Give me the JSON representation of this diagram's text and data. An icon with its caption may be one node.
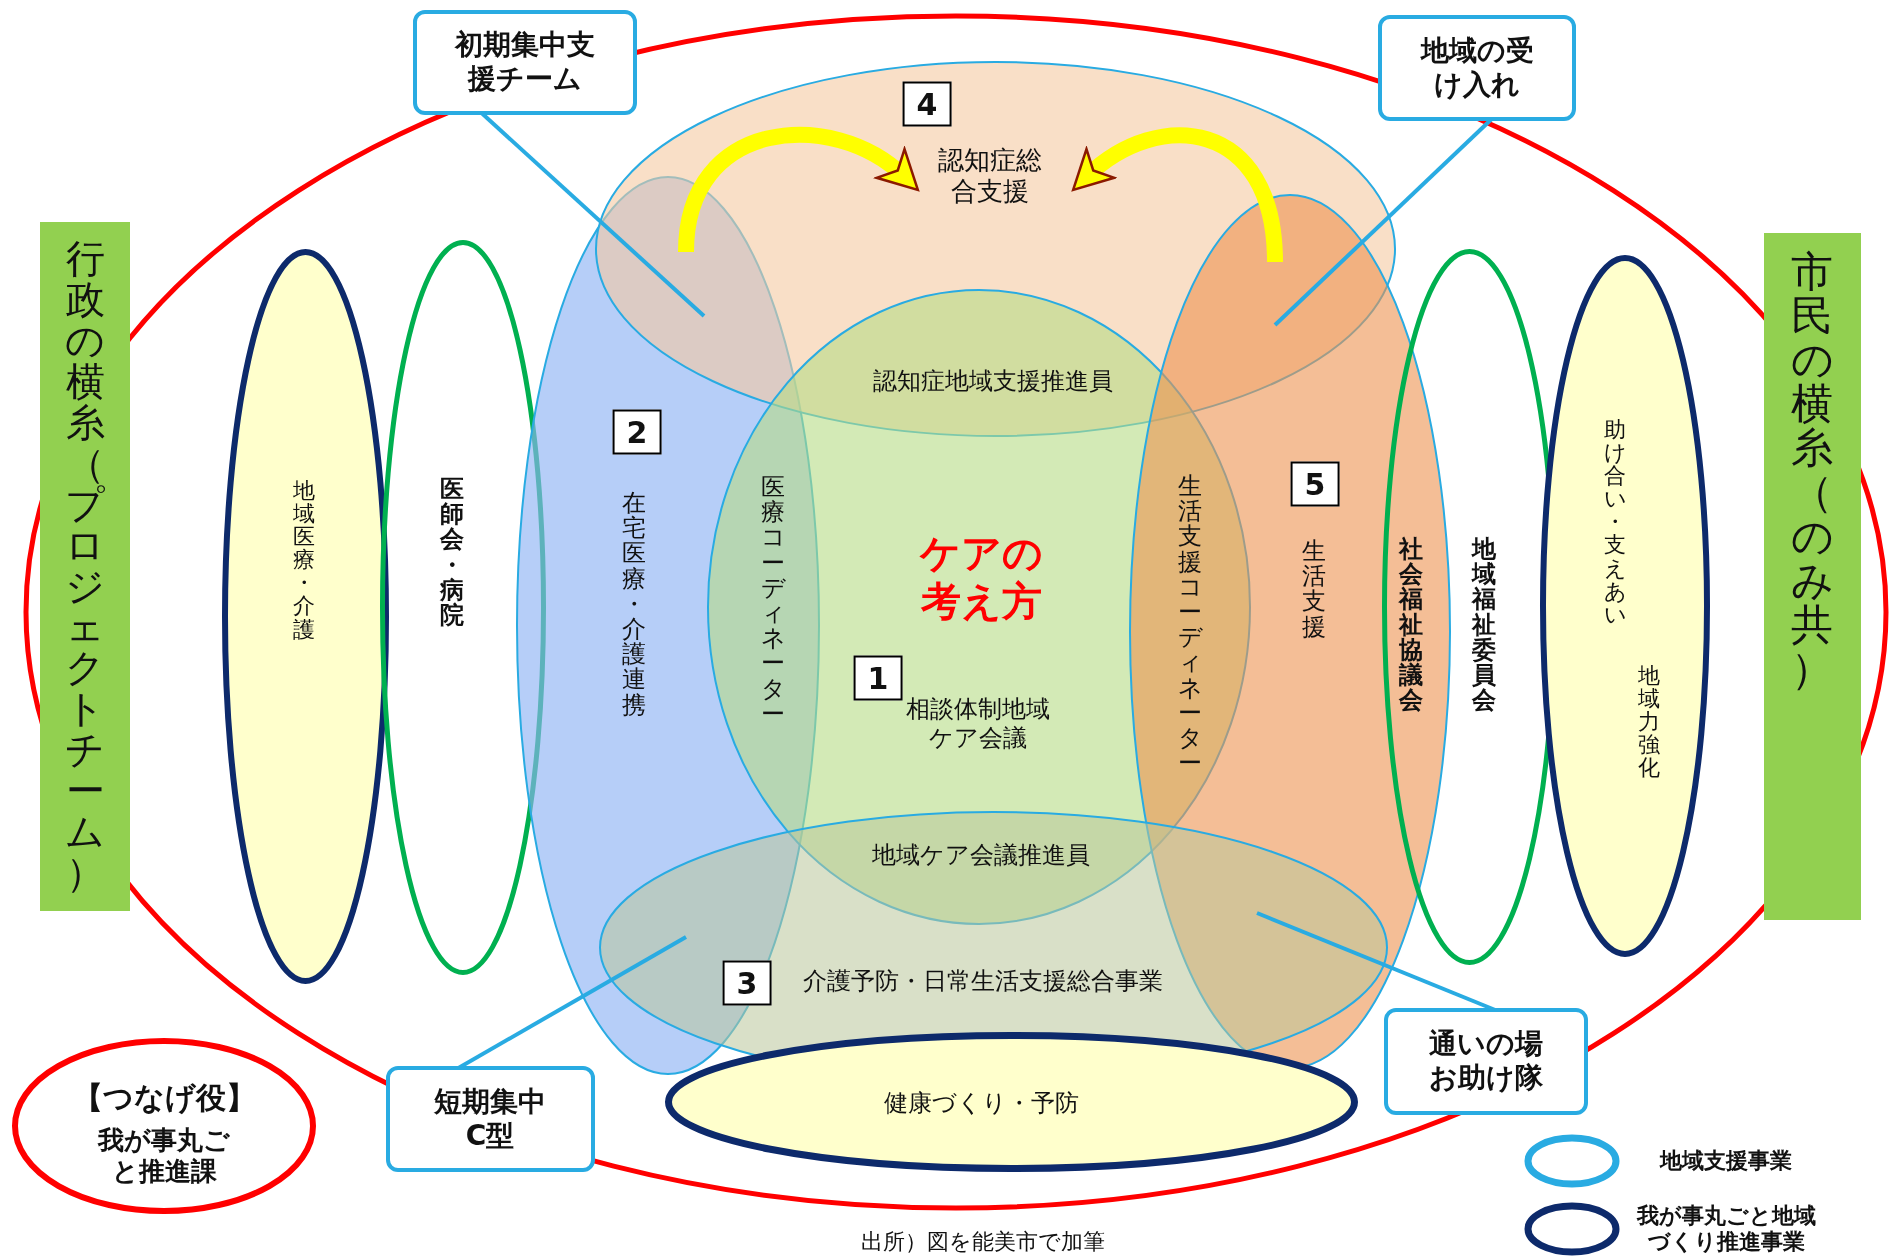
{
  "diagram": {
    "caption": "出所）図を能美市で加筆",
    "nodes": [
      {
        "text": [
          "行政の横糸（プロジェクトチーム）"
        ]
      },
      {
        "text": [
          "市民の横糸（のみ共）"
        ]
      },
      {
        "text": [
          "地域医療・介護"
        ]
      },
      {
        "text": [
          "医師会・病院"
        ]
      },
      {
        "text": [
          "2",
          "在宅医療・介護連携"
        ]
      },
      {
        "text": [
          "4",
          "認知症総合支援"
        ]
      },
      {
        "text": [
          "ケアの考え方",
          "1",
          "相談体制地域ケア会議"
        ]
      },
      {
        "text": [
          "5",
          "生活支援"
        ]
      },
      {
        "text": [
          "3",
          "介護予防・日常生活支援総合事業"
        ]
      },
      {
        "text": [
          "健康づくり・予防"
        ]
      },
      {
        "text": [
          "社会福祉協議会",
          "地域福祉委員会"
        ]
      },
      {
        "text": [
          "助け合い・支えあい",
          "地域力強化"
        ]
      },
      {
        "text": [
          "初期集中支援チーム"
        ]
      },
      {
        "text": [
          "地域の受け入れ"
        ]
      },
      {
        "text": [
          "短期集中C型"
        ]
      },
      {
        "text": [
          "通いの場お助け隊"
        ]
      },
      {
        "text": [
          "【つなげ役】",
          "我が事丸ごと推進課"
        ]
      }
    ],
    "edges": [
      {
        "from": 4,
        "to": 5,
        "arrow": "to",
        "style": "thick",
        "color": "#ffff00"
      },
      {
        "from": 7,
        "to": 5,
        "arrow": "to",
        "style": "thick",
        "color": "#ffff00"
      },
      {
        "from": 12,
        "to": 4,
        "arrow": "none"
      },
      {
        "from": 13,
        "to": 7,
        "arrow": "none"
      },
      {
        "from": 14,
        "to": 8,
        "arrow": "none"
      },
      {
        "from": 15,
        "to": 8,
        "arrow": "none"
      }
    ],
    "labels": [
      "認知症地域支援推進員",
      "医療コーディネーター",
      "生活支援コーディネーター",
      "地域ケア会議推進員"
    ],
    "legend": [
      {
        "text": "地域支援事業"
      },
      {
        "text": "我が事丸ごと地域づくり推進事業"
      }
    ]
  }
}
